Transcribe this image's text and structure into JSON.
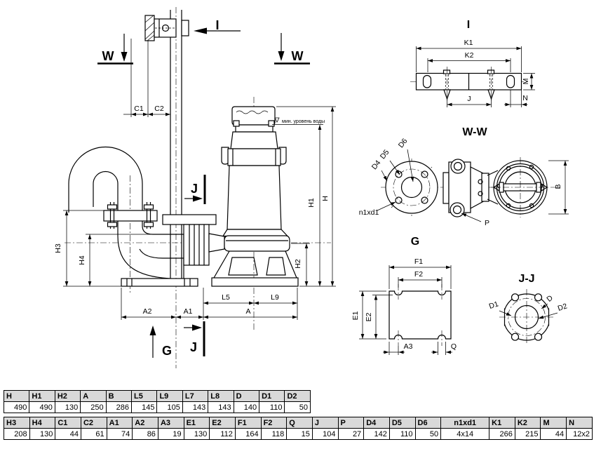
{
  "drawing": {
    "views": {
      "i_title": "I",
      "ww_title": "W-W",
      "g_title": "G",
      "jj_title": "J-J"
    },
    "markers": {
      "w_left": "W",
      "w_right": "W",
      "i": "I",
      "j_upper": "J",
      "j_lower": "J",
      "g": "G"
    },
    "annotations": {
      "min_water_level": "мин. уровень воды",
      "level_symbol": "▽"
    },
    "dims": {
      "c1": "C1",
      "c2": "C2",
      "h": "H",
      "h1": "H1",
      "h2": "H2",
      "h3": "H3",
      "h4": "H4",
      "l5": "L5",
      "l9": "L9",
      "a": "A",
      "a1": "A1",
      "a2": "A2",
      "a3": "A3",
      "k1": "K1",
      "k2": "K2",
      "j": "J",
      "m": "M",
      "n": "N",
      "d4": "D4",
      "d5": "D5",
      "d6": "D6",
      "n1xd1": "n1xd1",
      "p": "P",
      "b": "B",
      "f1": "F1",
      "f2": "F2",
      "e1": "E1",
      "e2": "E2",
      "q": "Q",
      "d1": "D1",
      "d": "D",
      "d2": "D2"
    }
  },
  "tables": {
    "table1": {
      "headers": [
        "H",
        "H1",
        "H2",
        "A",
        "B",
        "L5",
        "L9",
        "L7",
        "L8",
        "D",
        "D1",
        "D2"
      ],
      "values": [
        "490",
        "490",
        "130",
        "250",
        "286",
        "145",
        "105",
        "143",
        "143",
        "140",
        "110",
        "50"
      ]
    },
    "table2": {
      "headers": [
        "H3",
        "H4",
        "C1",
        "C2",
        "A1",
        "A2",
        "A3",
        "E1",
        "E2",
        "F1",
        "F2",
        "Q",
        "J",
        "P",
        "D4",
        "D5",
        "D6",
        "n1xd1",
        "K1",
        "K2",
        "M",
        "N"
      ],
      "values": [
        "208",
        "130",
        "44",
        "61",
        "74",
        "86",
        "19",
        "130",
        "112",
        "164",
        "118",
        "15",
        "104",
        "27",
        "142",
        "110",
        "50",
        "4x14",
        "266",
        "215",
        "44",
        "12x2"
      ]
    }
  },
  "colors": {
    "line": "#000000",
    "table_header_bg": "#d9d9d9"
  }
}
